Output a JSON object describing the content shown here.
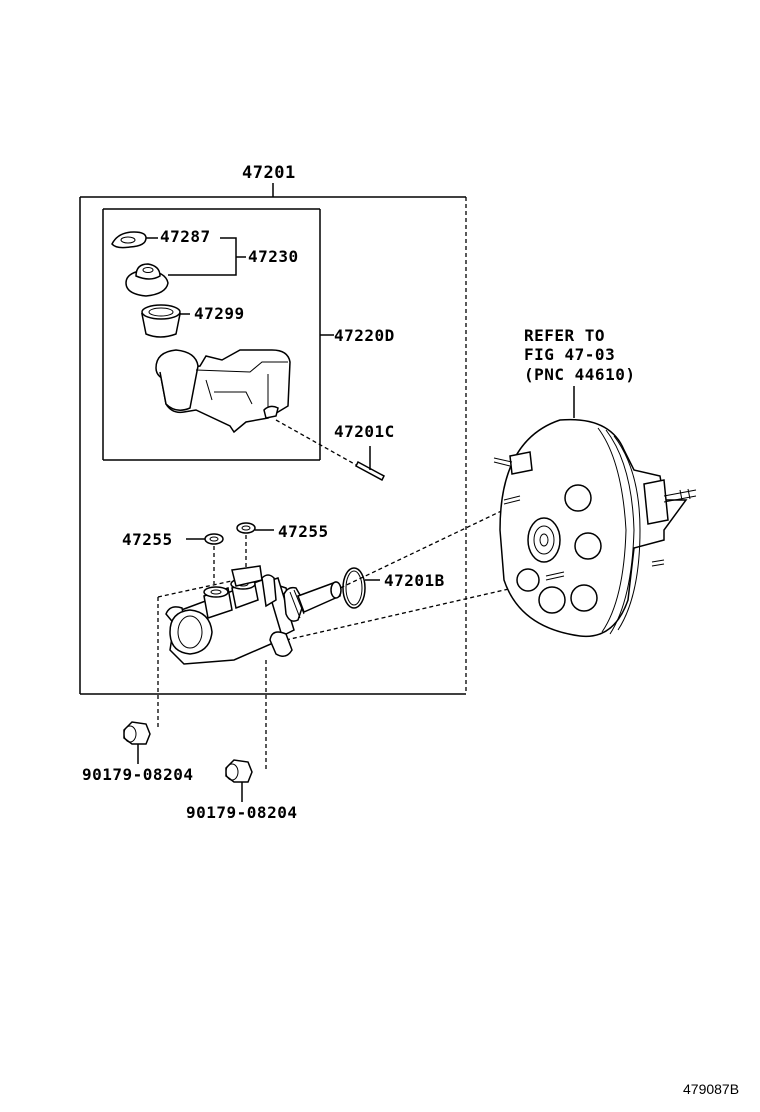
{
  "callouts": {
    "master_cylinder_assy": "47201",
    "reservoir_gasket": "47287",
    "reservoir_kit": "47230",
    "reservoir_grommet": "47299",
    "reservoir_sub_assy": "47220D",
    "reservoir_pin": "47201C",
    "grommet_left": "47255",
    "grommet_right": "47255",
    "o_ring": "47201B",
    "nut_left": "90179-08204",
    "nut_bottom": "90179-08204"
  },
  "reference_note": {
    "line1": "REFER TO",
    "line2": "FIG 47-03",
    "line3": "(PNC 44610)"
  },
  "figure_id": "479087B"
}
